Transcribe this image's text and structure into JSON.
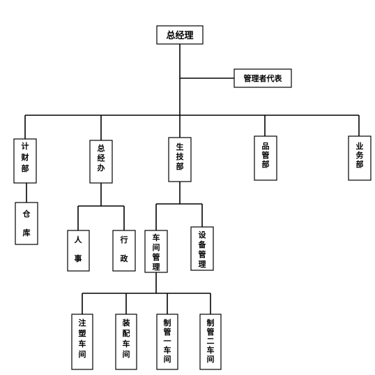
{
  "org_chart": {
    "general_manager": "总经理",
    "management_representative": "管理者代表",
    "departments": {
      "finance": "计财部",
      "gm_office": "总经办",
      "production_tech": "生技部",
      "quality": "品管部",
      "business": "业务部"
    },
    "finance_children": {
      "warehouse": "仓库"
    },
    "gm_office_children": {
      "hr": "人事",
      "admin": "行政"
    },
    "production_children": {
      "workshop_mgmt": "车间管理",
      "equipment_mgmt": "设备管理"
    },
    "workshops": {
      "injection": "注塑车间",
      "assembly": "装配车间",
      "mgmt_workshop_1": "制管一车间",
      "mgmt_workshop_2": "制管二车间"
    }
  }
}
